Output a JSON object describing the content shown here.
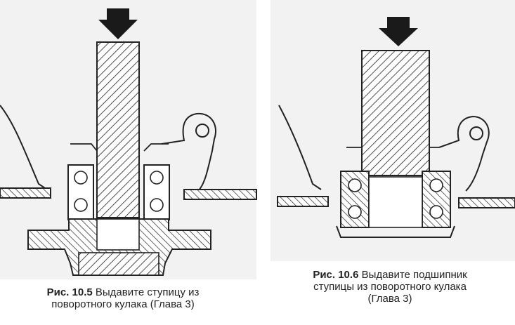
{
  "figures": [
    {
      "number": "Рис. 10.5",
      "caption_line1": " Выдавите ступицу из",
      "caption_line2": "поворотного кулака (Глава 3)"
    },
    {
      "number": "Рис. 10.6",
      "caption_line1": " Выдавите подшипник",
      "caption_line2": "ступицы из поворотного кулака",
      "caption_line3": "(Глава 3)"
    }
  ],
  "colors": {
    "ink": "#1a1a1a",
    "background": "#f2f2f2"
  }
}
